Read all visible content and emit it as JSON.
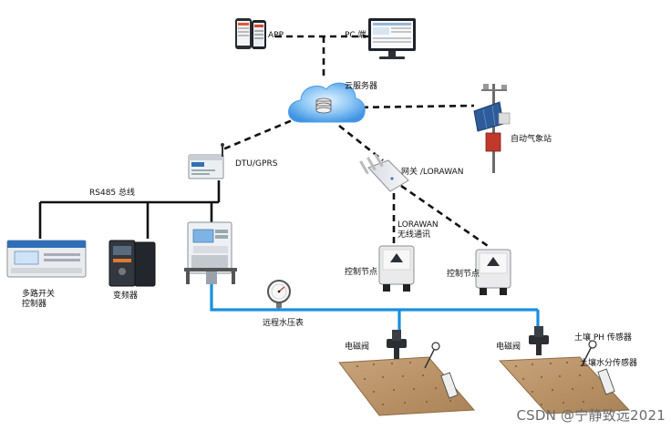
{
  "labels": {
    "app": "APP",
    "pc": "PC 端",
    "cloud": "云服务器",
    "weather_station": "自动气象站",
    "dtu": "DTU/GPRS",
    "gateway": "网关 /LORAWAN",
    "rs485": "RS485 总线",
    "lorawan_line1": "LORAWAN",
    "lorawan_line2": "无线通讯",
    "controller_line1": "多路开关",
    "controller_line2": "控制器",
    "inverter": "变频器",
    "node_left": "控制节点",
    "node_right": "控制节点",
    "pressure_gauge": "远程水压表",
    "valve_left": "电磁阀",
    "valve_right": "电磁阀",
    "ph_sensor": "土壤 PH 传感器",
    "moisture_sensor": "土壤水分传感器"
  },
  "watermark": "CSDN @宁静致远2021",
  "colors": {
    "dashed_link": "#111111",
    "bus_line": "#111111",
    "water_pipe": "#1a8fe0",
    "cloud": "#5aa9f0",
    "field": "#b89468"
  }
}
